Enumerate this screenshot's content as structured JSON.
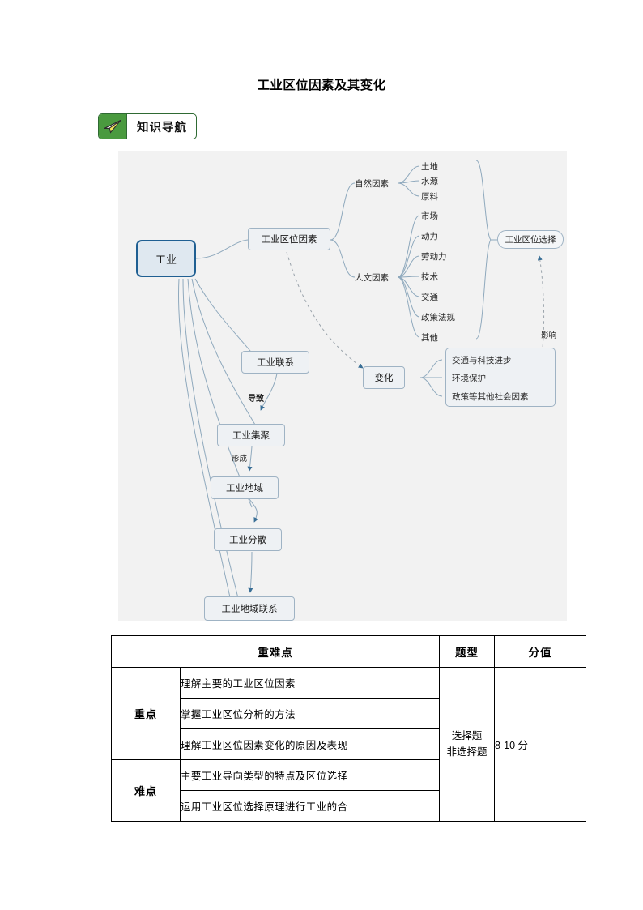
{
  "document": {
    "title": "工业区位因素及其变化"
  },
  "badge": {
    "label": "知识导航",
    "icon": "paper-plane-icon",
    "icon_bg": "#4a9a3f",
    "border_color": "#2f6a33"
  },
  "diagram": {
    "background": "#f2f2f2",
    "accent": "#1f5f92",
    "node_fill": "#eef1f4",
    "node_border": "#9fb3c4",
    "root": "工业",
    "nodes": {
      "factors": "工业区位因素",
      "location_choice": "工业区位选择",
      "change": "变化",
      "linkage": "工业联系",
      "agglomeration": "工业集聚",
      "industrial_area": "工业地域",
      "dispersion": "工业分散",
      "area_linkage": "工业地域联系"
    },
    "groups": {
      "natural": "自然因素",
      "human": "人文因素"
    },
    "natural_items": [
      "土地",
      "水源",
      "原料"
    ],
    "human_items": [
      "市场",
      "动力",
      "劳动力",
      "技术",
      "交通",
      "政策法规",
      "其他"
    ],
    "change_items": [
      "交通与科技进步",
      "环境保护",
      "政策等其他社会因素"
    ],
    "edge_labels": {
      "influence": "影响",
      "leads_to": "导致",
      "forms": "形成"
    }
  },
  "table": {
    "headers": [
      "重难点",
      "题型",
      "分值"
    ],
    "categories": {
      "key": "重点",
      "hard": "难点"
    },
    "key_points": [
      "理解主要的工业区位因素",
      "掌握工业区位分析的方法",
      "理解工业区位因素变化的原因及表现"
    ],
    "hard_points": [
      "主要工业导向类型的特点及区位选择",
      "运用工业区位选择原理进行工业的合"
    ],
    "question_types": [
      "选择题",
      "非选择题"
    ],
    "score": "8-10 分"
  }
}
